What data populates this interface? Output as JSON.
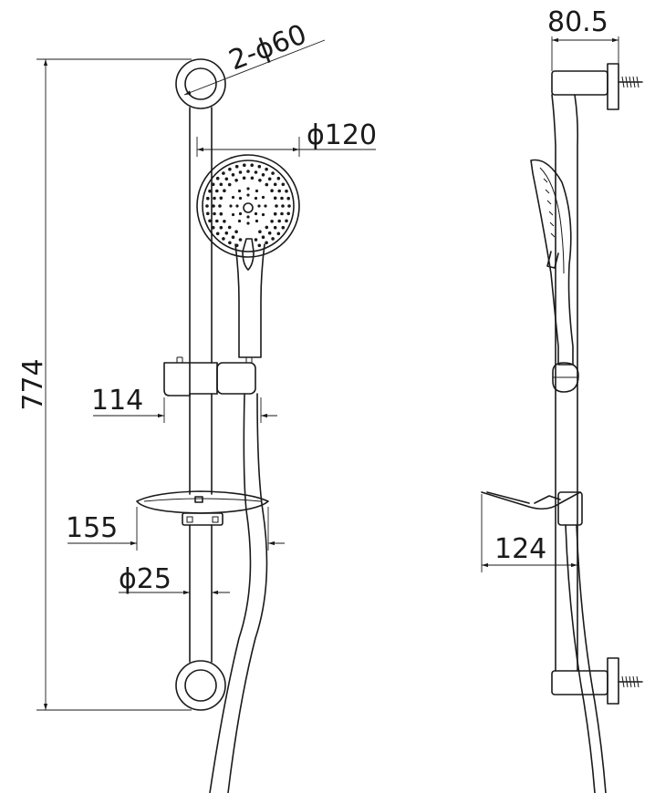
{
  "dimensions": {
    "total_height": "774",
    "ring_dia": "2-ϕ60",
    "head_dia": "ϕ120",
    "slider_width": "114",
    "dish_width": "155",
    "bar_dia": "ϕ25",
    "wall_depth": "80.5",
    "dish_depth": "124"
  }
}
